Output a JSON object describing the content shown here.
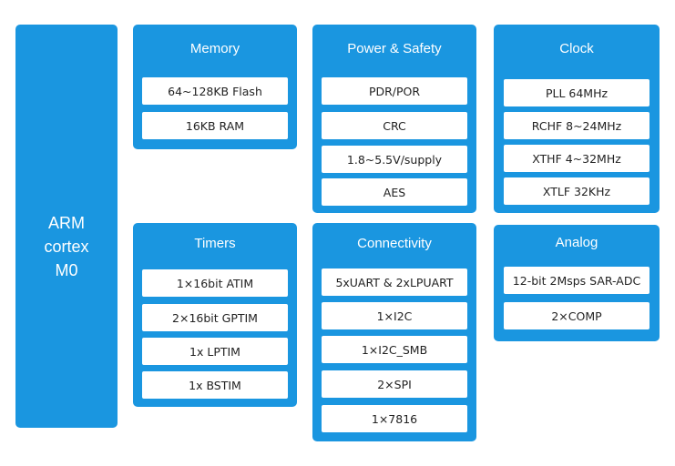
{
  "cpu": {
    "lines": [
      "ARM",
      "cortex",
      "M0"
    ]
  },
  "blocks": {
    "memory": {
      "title": "Memory",
      "items": [
        "64~128KB Flash",
        "16KB RAM"
      ]
    },
    "power": {
      "title": "Power  &  Safety",
      "items": [
        "PDR/POR",
        "CRC",
        "1.8~5.5V/supply",
        "AES"
      ]
    },
    "clock": {
      "title": "Clock",
      "items": [
        "PLL 64MHz",
        "RCHF 8~24MHz",
        "XTHF 4~32MHz",
        "XTLF 32KHz"
      ]
    },
    "timers": {
      "title": "Timers",
      "items": [
        "1×16bit ATIM",
        "2×16bit GPTIM",
        "1x LPTIM",
        "1x BSTIM"
      ]
    },
    "connectivity": {
      "title": "Connectivity",
      "items": [
        "5xUART & 2xLPUART",
        "1×I2C",
        "1×I2C_SMB",
        "2×SPI",
        "1×7816"
      ]
    },
    "analog": {
      "title": "Analog",
      "items": [
        "12-bit 2Msps SAR-ADC",
        "2×COMP"
      ]
    }
  },
  "colors": {
    "block_fill": "#1a96e0",
    "cell_fill": "#ffffff",
    "title_text": "#ffffff",
    "cell_text": "#222222"
  }
}
